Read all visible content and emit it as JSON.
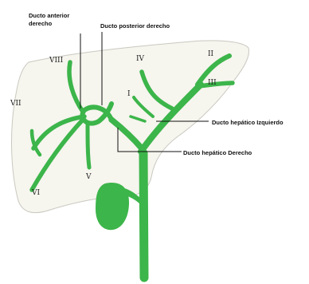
{
  "colors": {
    "liver": "#f6f5ee",
    "liver_outline": "#c9c8c0",
    "duct": "#3cb54a",
    "leader": "#111111",
    "text": "#111111"
  },
  "labels": {
    "anterior_right_duct": [
      "Ducto anterior",
      "derecho"
    ],
    "posterior_right_duct": "Ducto posterior derecho",
    "left_hepatic_duct": "Ducto hepático Izquierdo",
    "right_hepatic_duct": "Ducto hepático Derecho"
  },
  "segments": {
    "s1": "I",
    "s2": "II",
    "s3": "III",
    "s4": "IV",
    "s5": "V",
    "s6": "VI",
    "s7": "VII",
    "s8": "VIII"
  }
}
